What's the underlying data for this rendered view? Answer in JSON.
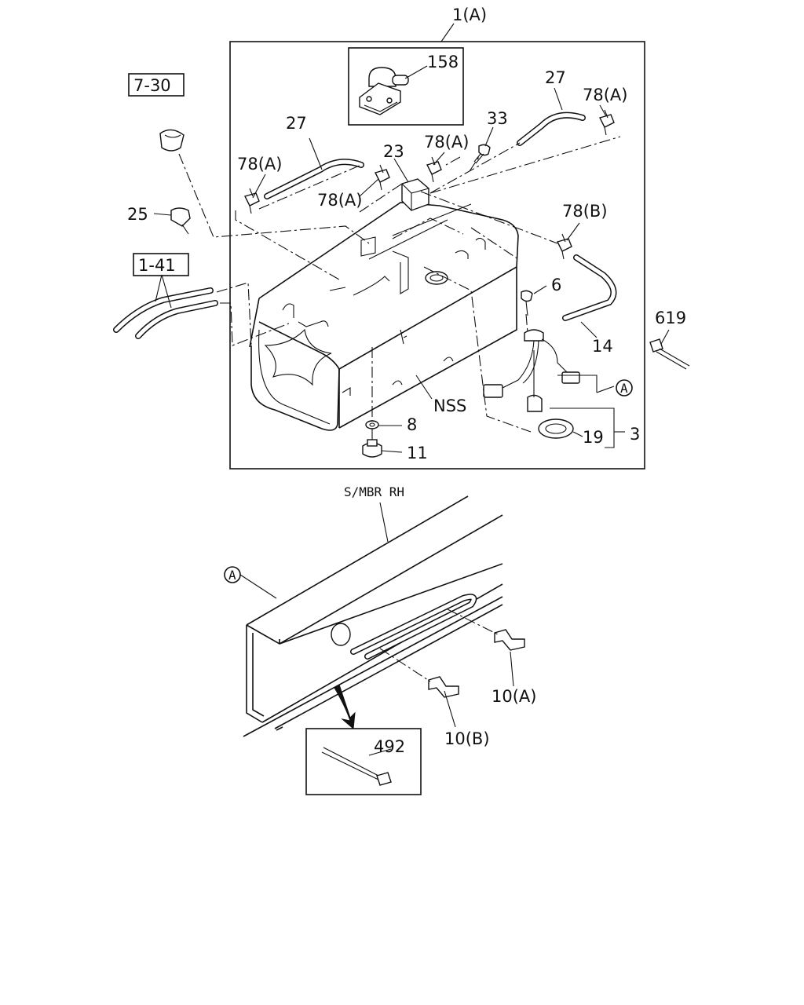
{
  "callouts": {
    "c_1a": "1(A)",
    "c_158": "158",
    "c_27_left": "27",
    "c_27_right": "27",
    "c_78a_top_right": "78(A)",
    "c_33": "33",
    "c_78a_mid": "78(A)",
    "c_23": "23",
    "c_78a_left": "78(A)",
    "c_78a_center": "78(A)",
    "c_78b": "78(B)",
    "c_25": "25",
    "c_6": "6",
    "c_619": "619",
    "c_14": "14",
    "c_nss": "NSS",
    "c_8": "8",
    "c_11": "11",
    "c_19": "19",
    "c_3": "3",
    "c_10a": "10(A)",
    "c_10b": "10(B)",
    "c_492": "492",
    "c_smbr": "S/MBR RH"
  },
  "refs": {
    "r_730": "7-30",
    "r_141": "1-41",
    "circle_a1": "A",
    "circle_a2": "A"
  }
}
